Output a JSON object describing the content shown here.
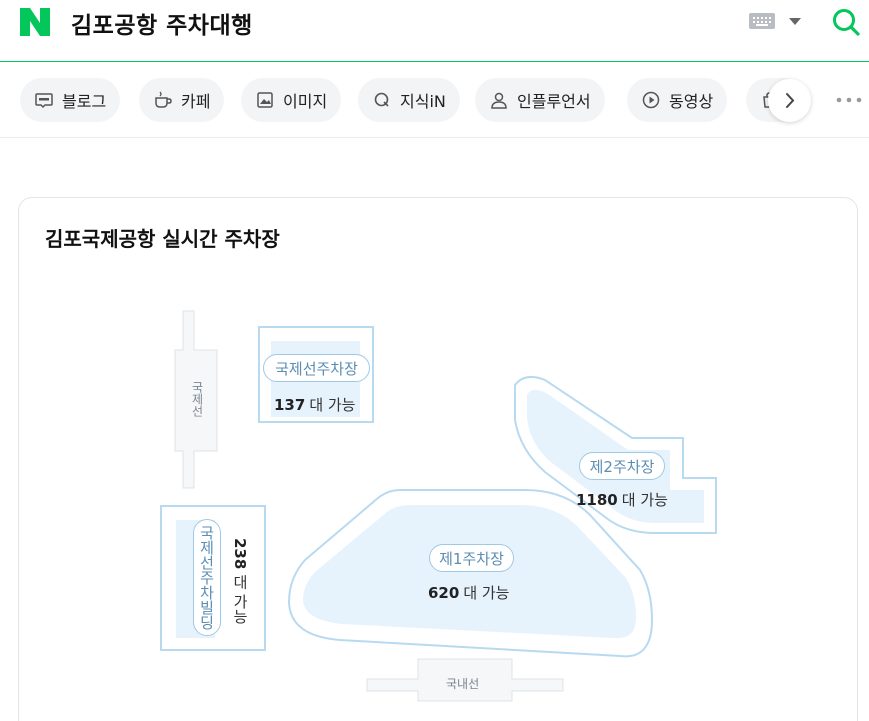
{
  "header": {
    "query": "김포공항 주차대행"
  },
  "tabs": [
    {
      "label": "블로그",
      "icon": "blog-icon"
    },
    {
      "label": "카페",
      "icon": "cafe-cup-icon"
    },
    {
      "label": "이미지",
      "icon": "image-icon"
    },
    {
      "label": "지식iN",
      "icon": "knowledge-q-icon"
    },
    {
      "label": "인플루언서",
      "icon": "person-icon"
    },
    {
      "label": "동영상",
      "icon": "play-circle-icon"
    }
  ],
  "card": {
    "title": "김포국제공항 실시간 주차장",
    "lots": {
      "intl": {
        "name": "국제선주차장",
        "count": "137",
        "unit": "대 가능"
      },
      "second": {
        "name": "제2주차장",
        "count": "1180",
        "unit": "대 가능"
      },
      "first": {
        "name": "제1주차장",
        "count": "620",
        "unit": "대 가능"
      },
      "building": {
        "name": "국제선주차빌딩",
        "count": "238",
        "unit": "대 가능"
      }
    },
    "roads": {
      "international": "국제선",
      "domestic": "국내선"
    }
  },
  "colors": {
    "naver_green": "#03c75a",
    "lot_fill": "#e6f3fd",
    "lot_border": "#b8daf0"
  }
}
